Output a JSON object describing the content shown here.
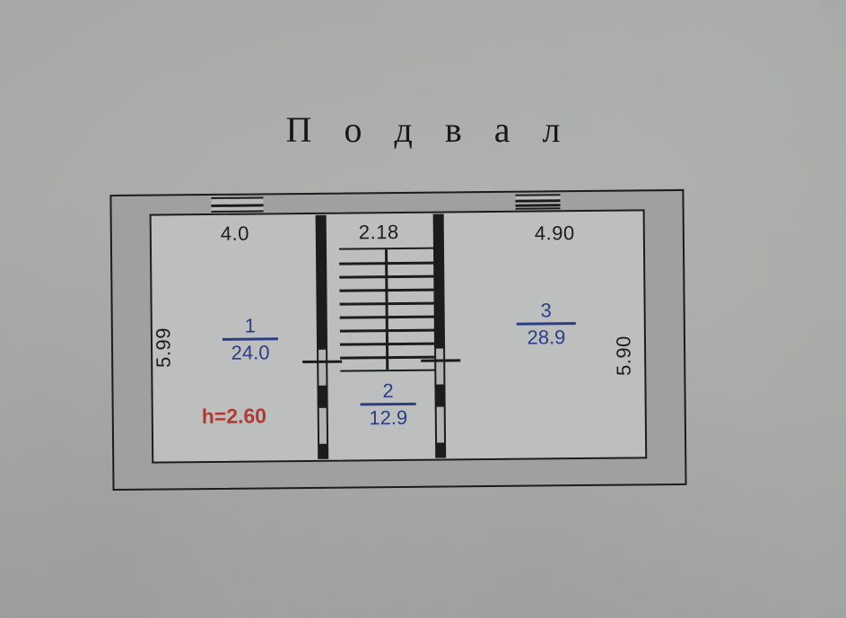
{
  "title": "П о д в а л",
  "plan": {
    "name": "basement-floor-plan",
    "ceiling_note": "h=2.60",
    "dimensions": {
      "room1_width": "4.0",
      "room1_height": "5.99",
      "stairwell_width": "2.18",
      "room3_width": "4.90",
      "room3_height": "5.90"
    },
    "rooms": [
      {
        "number": "1",
        "area": "24.0"
      },
      {
        "number": "2",
        "area": "12.9"
      },
      {
        "number": "3",
        "area": "28.9"
      }
    ]
  },
  "colors": {
    "paper": "#a9abaa",
    "interior": "#bdbfbe",
    "wall": "#1b1c1e",
    "wall_fill": "#9fa1a1",
    "room_label": "#2a3d86",
    "height_note": "#b03a33"
  }
}
